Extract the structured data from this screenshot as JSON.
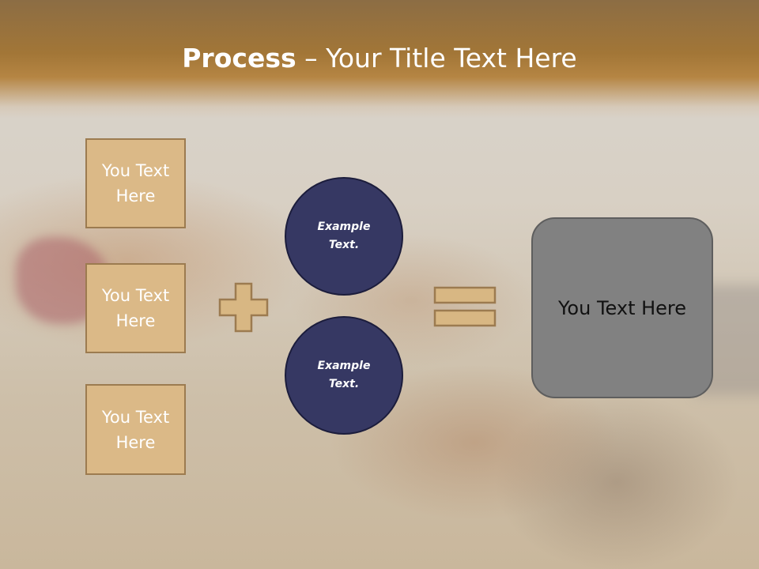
{
  "slide": {
    "title_bold": "Process",
    "title_rest": " – Your Title Text Here",
    "left_boxes": [
      "You Text Here",
      "You Text Here",
      "You Text Here"
    ],
    "circles": [
      "Example Text.",
      "Example Text."
    ],
    "result_text": "You Text Here"
  },
  "colors": {
    "header": "#a27637",
    "box_fill": "#dbb987",
    "box_border": "#9c7b50",
    "circle_fill": "#363863",
    "result_fill": "#818181",
    "symbol_fill": "#d8b783"
  },
  "icons": [
    "plus-icon",
    "equals-icon"
  ]
}
